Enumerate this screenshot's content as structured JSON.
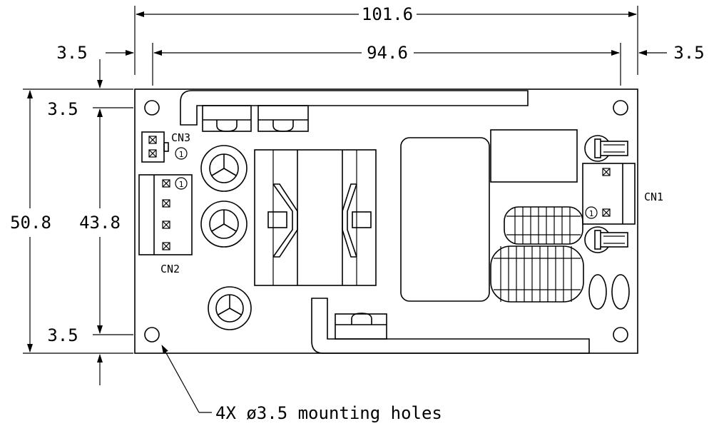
{
  "dimensions": {
    "overall_width": "101.6",
    "hole_spacing_x": "94.6",
    "left_offset": "3.5",
    "right_offset": "3.5",
    "top_offset": "3.5",
    "bottom_offset": "3.5",
    "overall_height": "50.8",
    "hole_spacing_y": "43.8"
  },
  "connectors": {
    "cn1": "CN1",
    "cn2": "CN2",
    "cn3": "CN3",
    "pin1_marker": "1"
  },
  "note": {
    "mounting_holes": "4X ø3.5 mounting holes"
  },
  "colors": {
    "line": "#000000",
    "background": "#ffffff"
  }
}
